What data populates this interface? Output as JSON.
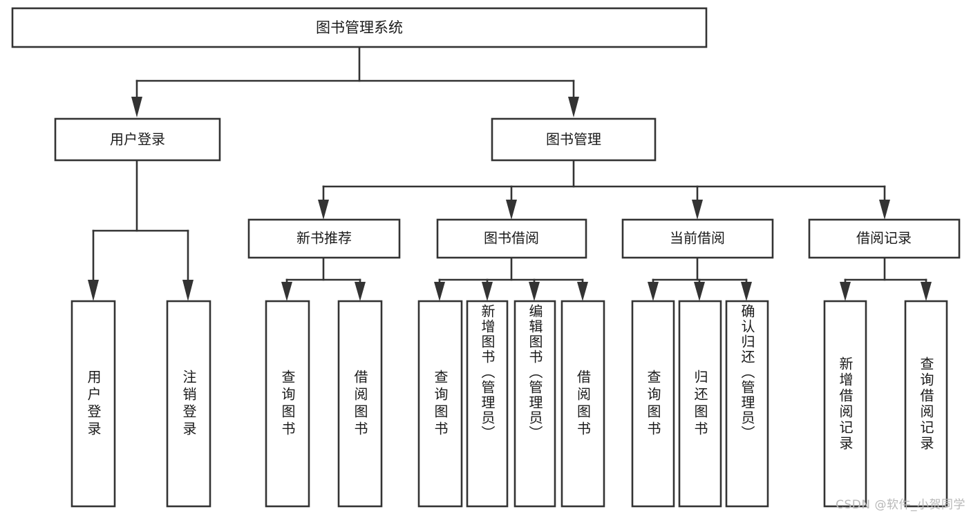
{
  "diagram": {
    "type": "hierarchy-tree",
    "title": "图书管理系统",
    "orientation": "top-down",
    "watermark": "CSDN @软件_小贺同学",
    "colors": {
      "box_stroke": "#333333",
      "box_fill": "#ffffff",
      "text": "#1a1a1a",
      "background": "#ffffff",
      "watermark": "#b8b8b8"
    },
    "root": {
      "label": "图书管理系统"
    },
    "level2": [
      {
        "label": "用户登录"
      },
      {
        "label": "图书管理"
      }
    ],
    "level3": [
      {
        "label": "新书推荐"
      },
      {
        "label": "图书借阅"
      },
      {
        "label": "当前借阅"
      },
      {
        "label": "借阅记录"
      }
    ],
    "leaves": {
      "user_login": [
        {
          "label": "用户登录"
        },
        {
          "label": "注销登录"
        }
      ],
      "new_book_recommend": [
        {
          "label": "查询图书"
        },
        {
          "label": "借阅图书"
        }
      ],
      "book_borrow": [
        {
          "label": "查询图书"
        },
        {
          "label": "新增图书（管理员）"
        },
        {
          "label": "编辑图书（管理员）"
        },
        {
          "label": "借阅图书"
        }
      ],
      "current_borrow": [
        {
          "label": "查询图书"
        },
        {
          "label": "归还图书"
        },
        {
          "label": "确认归还（管理员）"
        }
      ],
      "borrow_record": [
        {
          "label": "新增借阅记录"
        },
        {
          "label": "查询借阅记录"
        }
      ]
    }
  }
}
